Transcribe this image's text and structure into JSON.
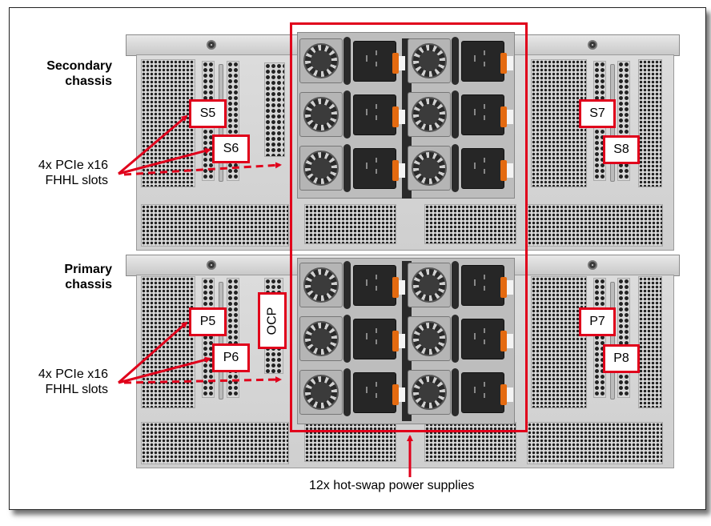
{
  "figure": {
    "secondary_chassis": {
      "title": "Secondary\nchassis",
      "title_line1": "Secondary",
      "title_line2": "chassis",
      "slots": [
        "S5",
        "S6",
        "S7",
        "S8"
      ],
      "callout_line1": "4x PCIe x16",
      "callout_line2": "FHHL slots"
    },
    "primary_chassis": {
      "title_line1": "Primary",
      "title_line2": "chassis",
      "slots": [
        "P5",
        "P6",
        "P7",
        "P8"
      ],
      "ocp_label": "OCP",
      "callout_line1": "4x PCIe x16",
      "callout_line2": "FHHL slots"
    },
    "power_supplies": {
      "count": 12,
      "caption": "12x hot-swap power supplies"
    },
    "colors": {
      "annotation_red": "#e0001b",
      "latch_orange": "#e46a10",
      "chassis_gray": "#d4d4d4"
    }
  }
}
